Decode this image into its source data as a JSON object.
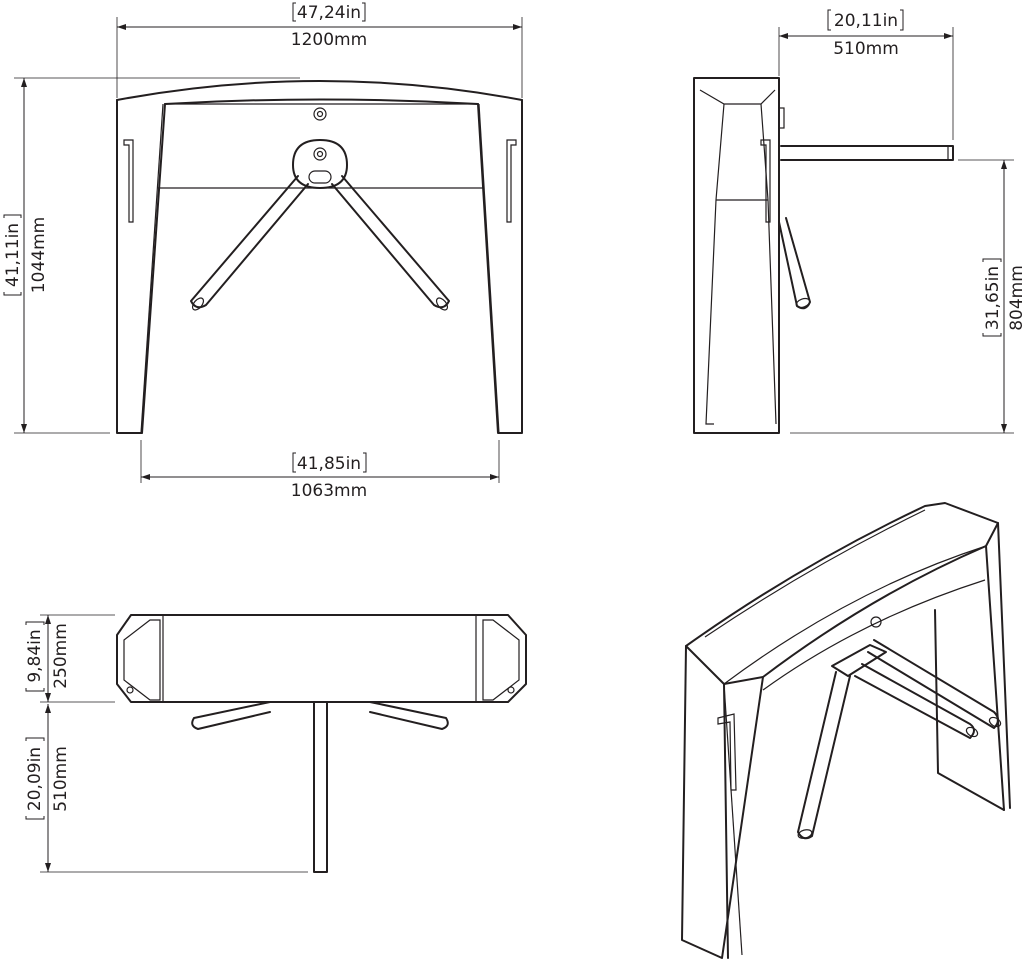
{
  "front_view": {
    "width_in": "47,24in",
    "width_mm": "1200mm",
    "height_in": "41,11in",
    "height_mm": "1044mm",
    "base_in": "41,85in",
    "base_mm": "1063mm"
  },
  "side_view": {
    "arm_in": "20,11in",
    "arm_mm": "510mm",
    "arm_height_in": "31,65in",
    "arm_height_mm": "804mm"
  },
  "top_view": {
    "depth_in": "9,84in",
    "depth_mm": "250mm",
    "arm_in": "20,09in",
    "arm_mm": "510mm"
  }
}
